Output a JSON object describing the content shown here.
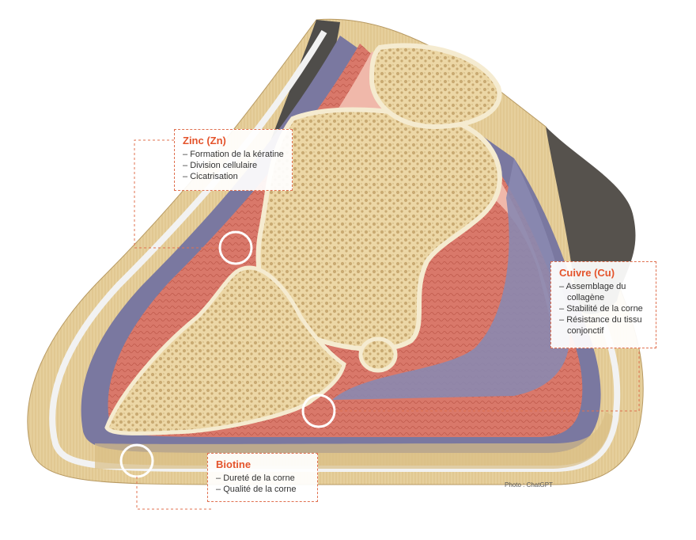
{
  "callouts": {
    "zinc": {
      "title": "Zinc (Zn)",
      "items": [
        "Formation de la kératine",
        "Division cellulaire",
        "Cicatrisation"
      ]
    },
    "cuivre": {
      "title": "Cuivre (Cu)",
      "items": [
        "Assemblage du collagène",
        "Stabilité de la corne",
        "Résistance du tissu conjonctif"
      ]
    },
    "biotine": {
      "title": "Biotine",
      "items": [
        "Dureté de la corne",
        "Qualité de la corne"
      ]
    }
  },
  "credit": "Photo : ChatGPT",
  "colors": {
    "accent": "#e4542c",
    "hoof_wall": "#e9d3a2",
    "periople": "#4f4d4a",
    "laminae": "#7a78a0",
    "corium": "#d9786a",
    "bone": "#efdcaa"
  }
}
